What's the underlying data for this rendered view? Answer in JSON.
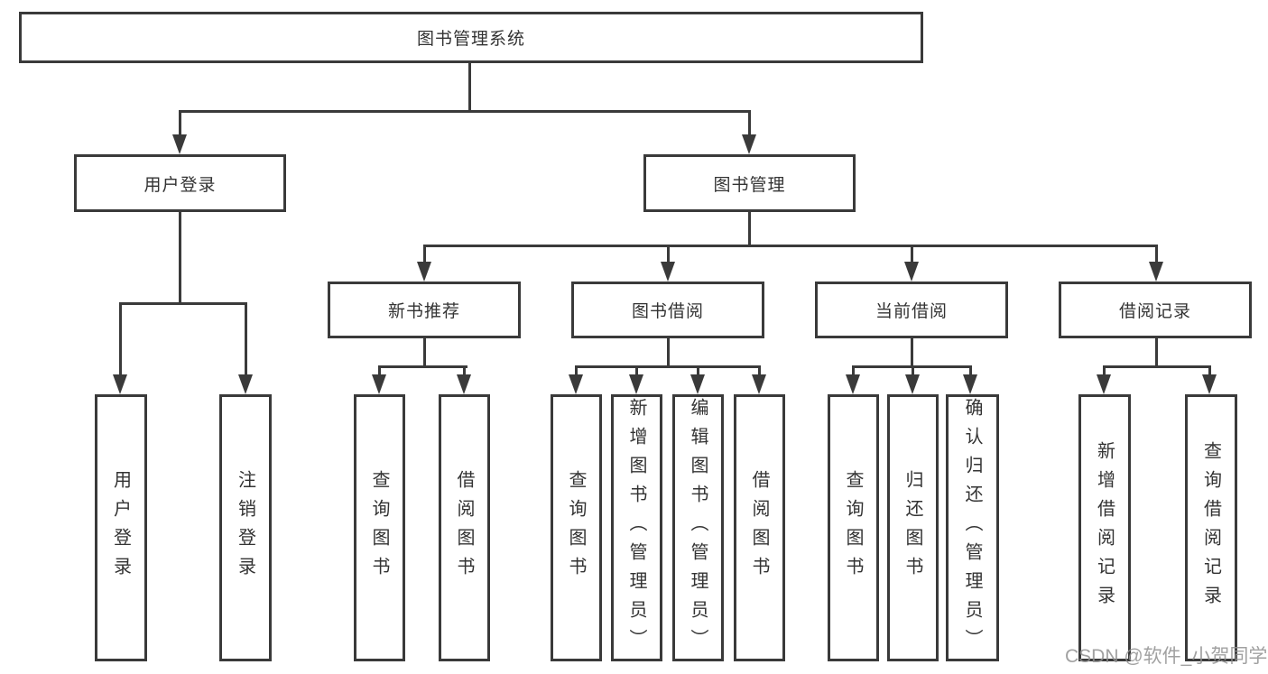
{
  "diagram": {
    "root": {
      "label": "图书管理系统"
    },
    "level2": [
      {
        "label": "用户登录"
      },
      {
        "label": "图书管理"
      }
    ],
    "level3": [
      {
        "label": "新书推荐"
      },
      {
        "label": "图书借阅"
      },
      {
        "label": "当前借阅"
      },
      {
        "label": "借阅记录"
      }
    ],
    "leaves": {
      "user_login": [
        {
          "label": "用户登录"
        },
        {
          "label": "注销登录"
        }
      ],
      "new_books": [
        {
          "label": "查询图书"
        },
        {
          "label": "借阅图书"
        }
      ],
      "book_borrow": [
        {
          "label": "查询图书"
        },
        {
          "label": "新增图书（管理员）"
        },
        {
          "label": "编辑图书（管理员）"
        },
        {
          "label": "借阅图书"
        }
      ],
      "current_borrow": [
        {
          "label": "查询图书"
        },
        {
          "label": "归还图书"
        },
        {
          "label": "确认归还（管理员）"
        }
      ],
      "borrow_records": [
        {
          "label": "新增借阅记录"
        },
        {
          "label": "查询借阅记录"
        }
      ]
    }
  },
  "watermark": {
    "text": "CSDN @软件_小贺同学"
  },
  "colors": {
    "line": "#3a3a3a",
    "text": "#333333",
    "background": "#ffffff",
    "watermark": "#919191"
  }
}
